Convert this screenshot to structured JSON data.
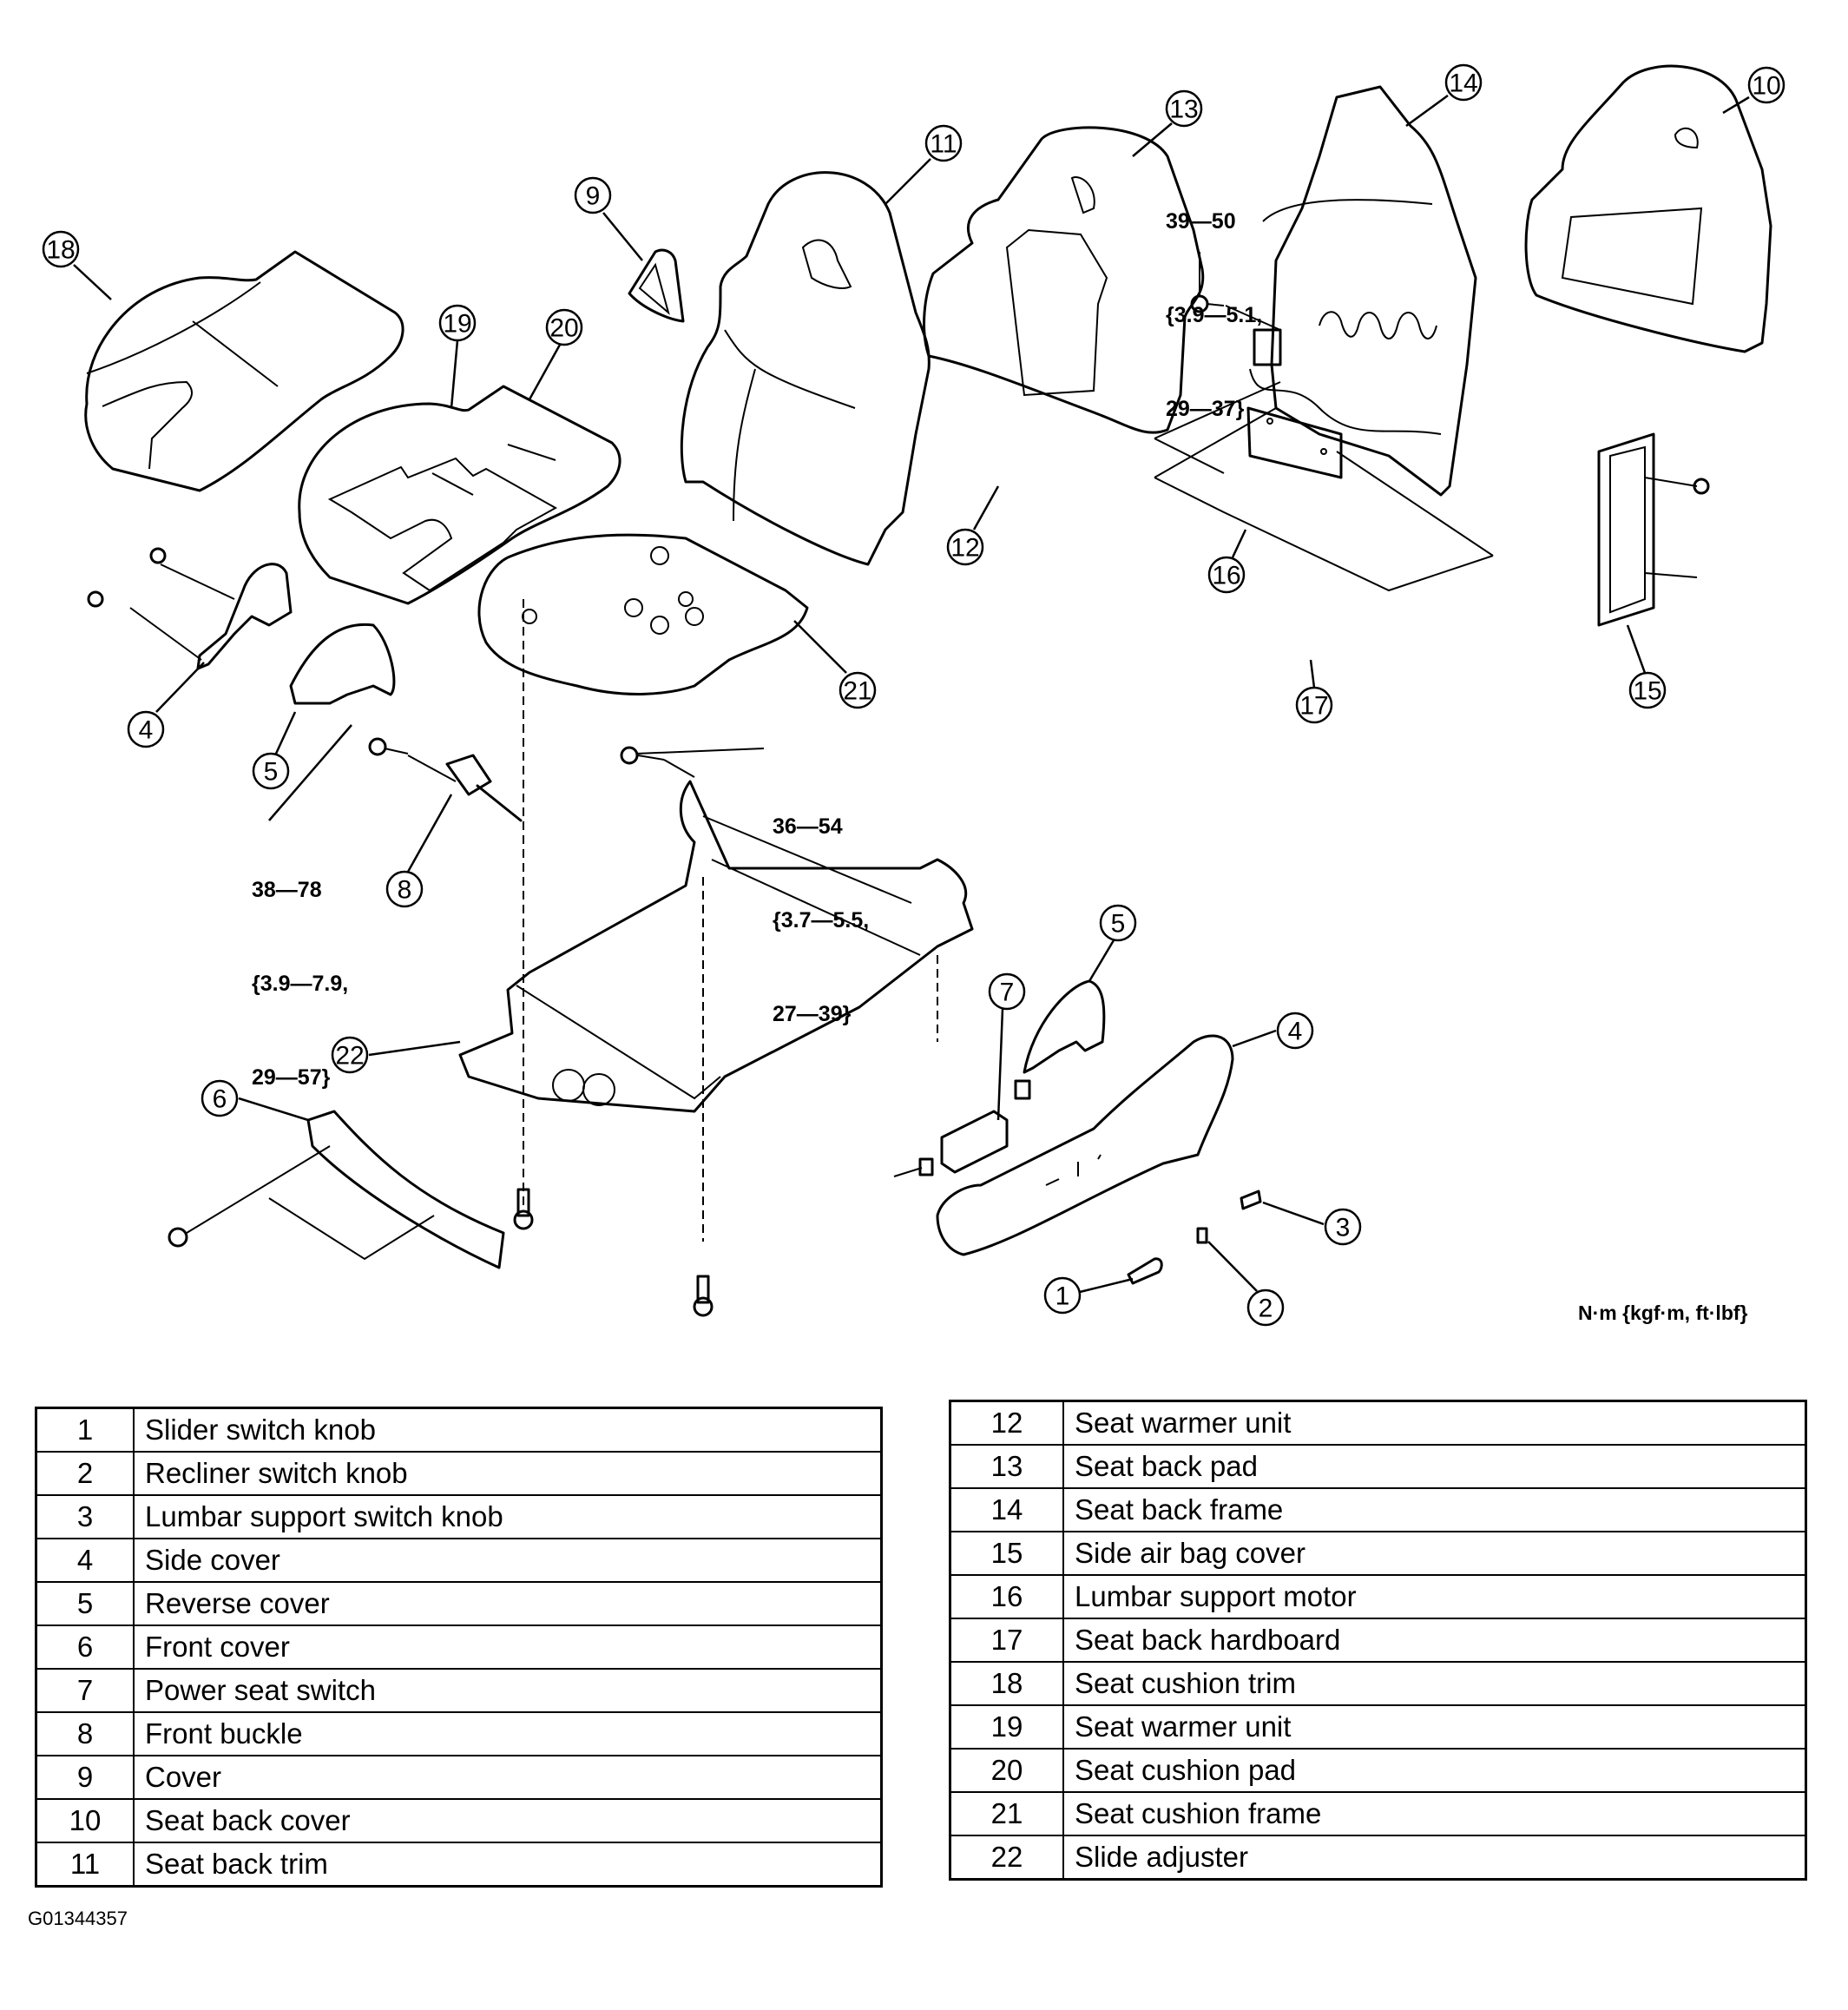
{
  "diagram": {
    "title": "Seat exploded view",
    "callouts": [
      {
        "id": "c18",
        "number": "18"
      },
      {
        "id": "c19",
        "number": "19"
      },
      {
        "id": "c20",
        "number": "20"
      },
      {
        "id": "c9",
        "number": "9"
      },
      {
        "id": "c11",
        "number": "11"
      },
      {
        "id": "c13",
        "number": "13"
      },
      {
        "id": "c14",
        "number": "14"
      },
      {
        "id": "c10",
        "number": "10"
      },
      {
        "id": "c12",
        "number": "12"
      },
      {
        "id": "c16",
        "number": "16"
      },
      {
        "id": "c17",
        "number": "17"
      },
      {
        "id": "c15",
        "number": "15"
      },
      {
        "id": "c21",
        "number": "21"
      },
      {
        "id": "c4a",
        "number": "4"
      },
      {
        "id": "c5a",
        "number": "5"
      },
      {
        "id": "c8",
        "number": "8"
      },
      {
        "id": "c22",
        "number": "22"
      },
      {
        "id": "c6",
        "number": "6"
      },
      {
        "id": "c7",
        "number": "7"
      },
      {
        "id": "c5b",
        "number": "5"
      },
      {
        "id": "c4b",
        "number": "4"
      },
      {
        "id": "c3",
        "number": "3"
      },
      {
        "id": "c1",
        "number": "1"
      },
      {
        "id": "c2",
        "number": "2"
      }
    ],
    "torque_specs": [
      {
        "id": "seat-back-bolt",
        "line1": "39—50",
        "line2": "{3.9—5.1,",
        "line3": "29—37}"
      },
      {
        "id": "buckle-bolt",
        "line1": "38—78",
        "line2": "{3.9—7.9,",
        "line3": "29—57}"
      },
      {
        "id": "recliner-bolt",
        "line1": "36—54",
        "line2": "{3.7—5.5,",
        "line3": "27—39}"
      }
    ],
    "unit_note": "N·m {kgf·m, ft·lbf}"
  },
  "parts_table_left": [
    {
      "number": "1",
      "name": "Slider switch knob"
    },
    {
      "number": "2",
      "name": "Recliner switch knob"
    },
    {
      "number": "3",
      "name": "Lumbar support switch knob"
    },
    {
      "number": "4",
      "name": "Side cover"
    },
    {
      "number": "5",
      "name": "Reverse cover"
    },
    {
      "number": "6",
      "name": "Front cover"
    },
    {
      "number": "7",
      "name": "Power seat switch"
    },
    {
      "number": "8",
      "name": "Front buckle"
    },
    {
      "number": "9",
      "name": "Cover"
    },
    {
      "number": "10",
      "name": "Seat back cover"
    },
    {
      "number": "11",
      "name": "Seat back trim"
    }
  ],
  "parts_table_right": [
    {
      "number": "12",
      "name": "Seat warmer unit"
    },
    {
      "number": "13",
      "name": "Seat back pad"
    },
    {
      "number": "14",
      "name": "Seat back frame"
    },
    {
      "number": "15",
      "name": "Side air bag cover"
    },
    {
      "number": "16",
      "name": "Lumbar support motor"
    },
    {
      "number": "17",
      "name": "Seat back hardboard"
    },
    {
      "number": "18",
      "name": "Seat cushion trim"
    },
    {
      "number": "19",
      "name": "Seat warmer unit"
    },
    {
      "number": "20",
      "name": "Seat cushion pad"
    },
    {
      "number": "21",
      "name": "Seat cushion frame"
    },
    {
      "number": "22",
      "name": "Slide adjuster"
    }
  ],
  "figure_id": "G01344357"
}
